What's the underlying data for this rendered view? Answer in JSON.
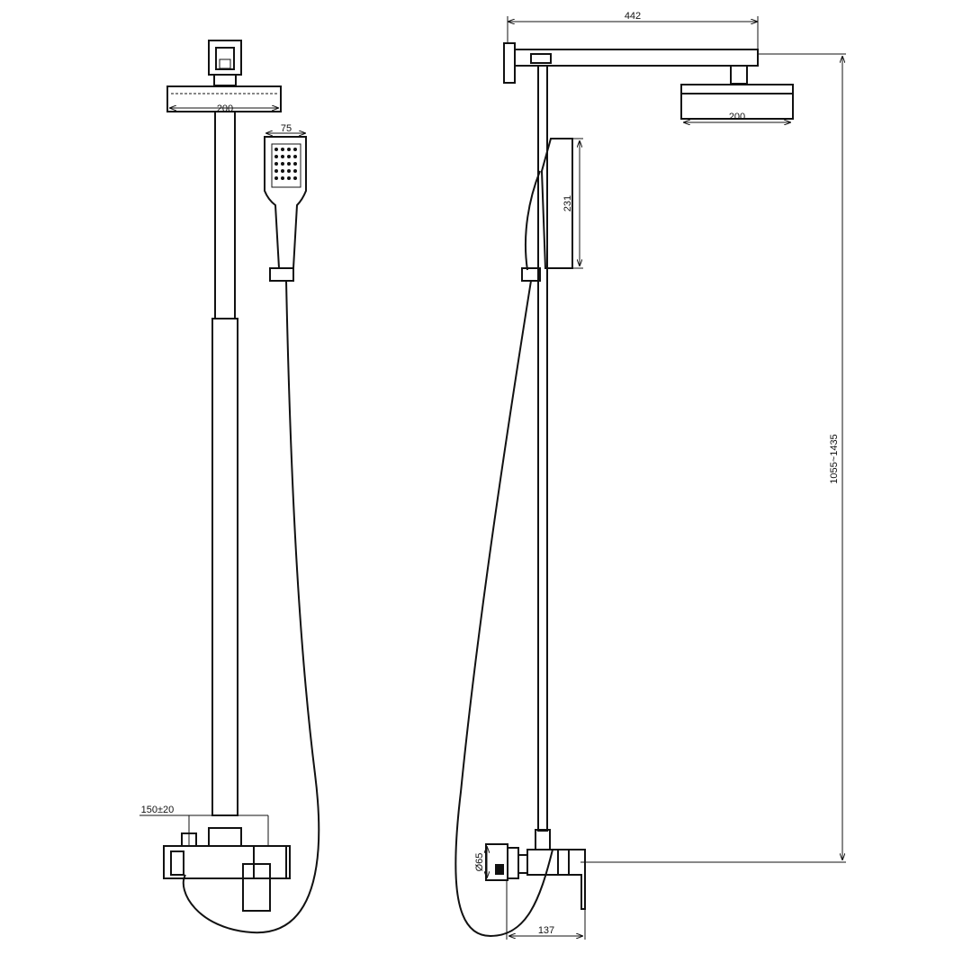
{
  "drawing": {
    "front_view": {
      "head_width_label": "200",
      "hand_shower_width_label": "75",
      "valve_spacing_label": "150±20"
    },
    "side_view": {
      "arm_length_label": "442",
      "head_width_label": "200",
      "hand_shower_length_label": "231",
      "height_range_label": "1055~1435",
      "diverter_diameter_label": "Ø65",
      "valve_depth_label": "137"
    }
  }
}
